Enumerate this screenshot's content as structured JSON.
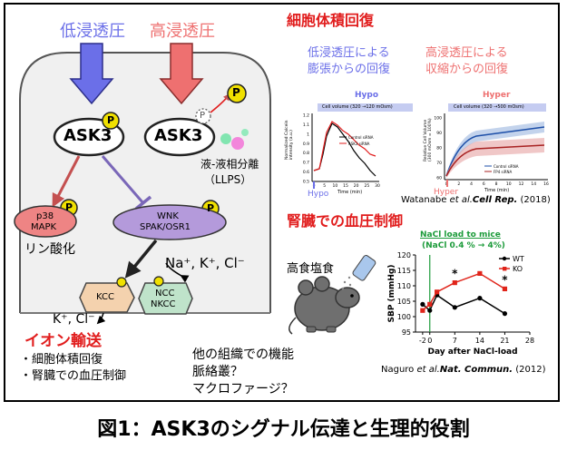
{
  "pathway": {
    "hypo_label": "低浸透圧",
    "hyper_label": "高浸透圧",
    "ask3": "ASK3",
    "phospho": "P",
    "llps_line1": "液-液相分離",
    "llps_line2": "（LLPS）",
    "p38_line1": "p38",
    "p38_line2": "MAPK",
    "phospho_label": "リン酸化",
    "wnk_line1": "WNK",
    "wnk_line2": "SPAK/OSR1",
    "ions_in": "Na⁺, K⁺, Cl⁻",
    "ions_out": "K⁺, Cl⁻",
    "kcc": "KCC",
    "ncc_line1": "NCC",
    "ncc_line2": "NKCC",
    "ion_transport_title": "イオン輸送",
    "ion_items": [
      "・細胞体積回復",
      "・腎臓での血圧制御"
    ],
    "other_line1": "他の組織での機能",
    "other_line2": "脈絡叢？",
    "other_line3": "マクロファージ？"
  },
  "volume": {
    "title": "細胞体積回復",
    "hypo_head1": "低浸透圧による",
    "hypo_head2": "膨張からの回復",
    "hyper_head1": "高浸透圧による",
    "hyper_head2": "収縮からの回復",
    "hypo_plot_title": "Hypo",
    "hyper_plot_title": "Hyper",
    "hypo_bar": "Cell volume (320 →120 mOsm)",
    "hyper_bar": "Cell volume (320 →500 mOsm)",
    "hypo_marker": "Hypo",
    "hyper_marker": "Hyper",
    "hypo_ylabel1": "Normalized Calcein",
    "hypo_ylabel2": "intensity (a.u.)",
    "hyper_ylabel1": "Relative Cell Volume",
    "hyper_ylabel2": "(300 mOsm = 100%)",
    "hypo_legend": [
      "Control siRNA",
      "ASK3 siRNA"
    ],
    "hyper_legend": [
      "Control siRNA",
      "FP4 siRNA"
    ],
    "xlabel": "Time (min)",
    "hypo_yticks": [
      "1.2",
      "1.1",
      "1",
      "0.9",
      "0.8",
      "0.7",
      "0.6",
      "0.5"
    ],
    "hypo_xticks": [
      "0",
      "5",
      "10",
      "15",
      "20",
      "25",
      "30"
    ],
    "hyper_yticks": [
      "100",
      "90",
      "80",
      "70",
      "60"
    ],
    "hyper_xticks": [
      "0",
      "2",
      "4",
      "6",
      "8",
      "10",
      "12",
      "14",
      "16"
    ],
    "citation_author": "Watanabe ",
    "citation_etal": "et al.",
    "citation_journal": "Cell Rep.",
    "citation_year": " (2018)"
  },
  "bp": {
    "title": "腎臓での血圧制御",
    "green_line1": "NaCl load to mice",
    "green_line2": "(NaCl 0.4 % → 4%)",
    "diet_label": "高食塩食",
    "citation_author": "Naguro ",
    "citation_etal": "et al.",
    "citation_journal": "Nat. Commun.",
    "citation_year": " (2012)"
  },
  "chart_data": {
    "type": "line",
    "xlabel": "Day after NaCl-load",
    "ylabel": "SBP (mmHg)",
    "x": [
      -2,
      0,
      2,
      7,
      14,
      21
    ],
    "xticks": [
      -2,
      0,
      7,
      14,
      21,
      28
    ],
    "yticks": [
      95,
      100,
      105,
      110,
      115,
      120
    ],
    "xlim": [
      -4,
      28
    ],
    "ylim": [
      95,
      120
    ],
    "series": [
      {
        "name": "WT",
        "values": [
          104,
          102,
          107,
          103,
          106,
          101
        ],
        "color": "#000000"
      },
      {
        "name": "KO",
        "values": [
          102,
          104,
          108,
          111,
          114,
          109
        ],
        "color": "#e0241a"
      }
    ],
    "annotations": [
      "*",
      "*"
    ],
    "annotation_days": [
      7,
      21
    ],
    "legend": "top-right"
  },
  "caption": "図1：ASK3のシグナル伝達と生理的役割",
  "colors": {
    "blue": "#6b6fe8",
    "salmon": "#ee7070",
    "red": "#e11d1d",
    "yellow": "#f0e000",
    "purple": "#b49adb",
    "cell": "#f0f0f0",
    "kcc": "#f4d2ae",
    "ncc": "#bfe3ca",
    "green": "#1c9b3a"
  }
}
